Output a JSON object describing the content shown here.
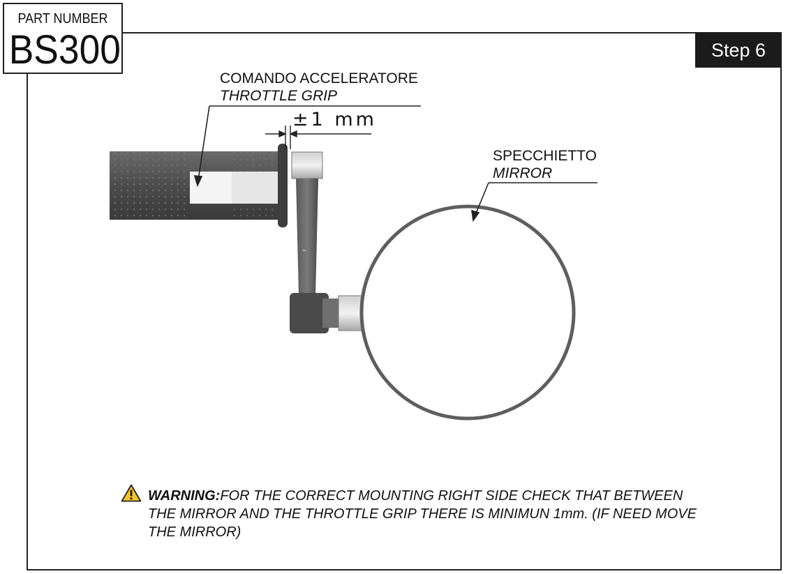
{
  "part_number_label": "PART NUMBER",
  "part_number": "BS300",
  "step": "Step 6",
  "throttle": {
    "label_it": "COMANDO ACCELERATORE",
    "label_en": "THROTTLE GRIP"
  },
  "mirror": {
    "label_it": "SPECCHIETTO",
    "label_en": "MIRROR"
  },
  "dimension": "±1 mm",
  "warning": {
    "icon": "warning-triangle-icon",
    "title": "WARNING:",
    "text": "FOR THE CORRECT MOUNTING RIGHT SIDE CHECK THAT BETWEEN THE MIRROR AND THE THROTTLE GRIP THERE IS MINIMUN 1mm. (IF NEED MOVE THE MIRROR)"
  }
}
